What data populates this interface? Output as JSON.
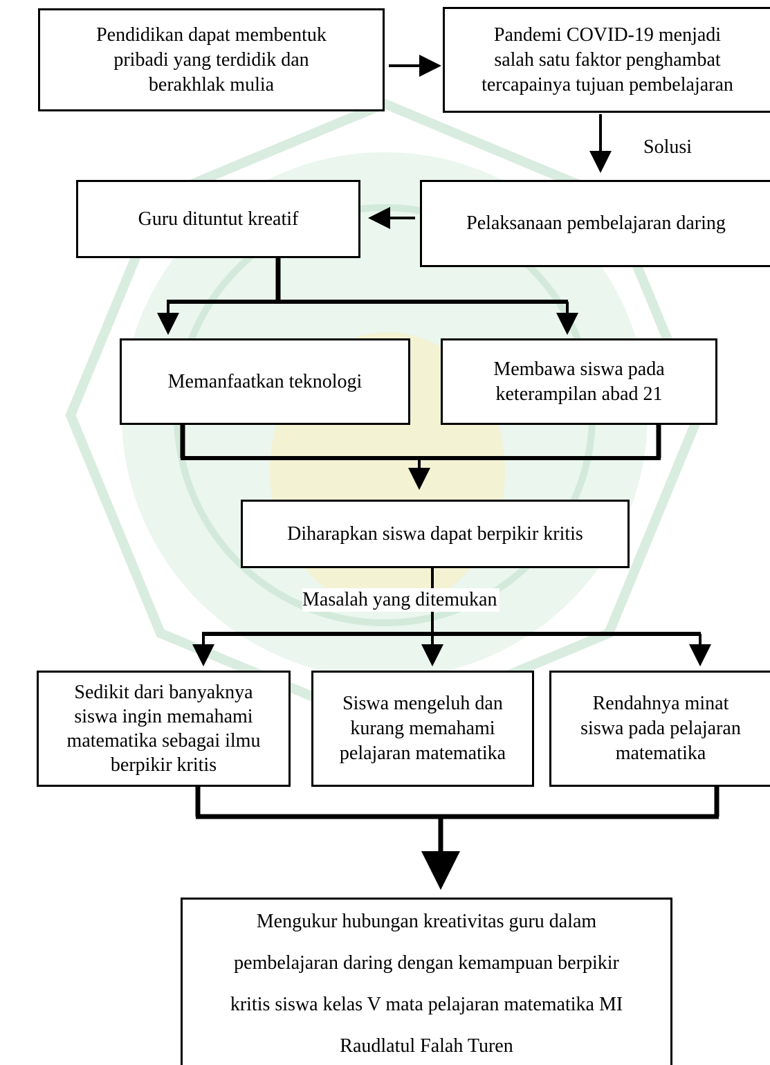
{
  "theme": {
    "line_color": "#000000",
    "watermark_color": "#cfe8d8",
    "watermark_accent": "#f2ecb0"
  },
  "boxes": {
    "education": "Pendidikan dapat membentuk\npribadi yang terdidik dan\nberakhlak mulia",
    "pandemic": "Pandemi COVID-19 menjadi\nsalah satu faktor penghambat\ntercapainya tujuan pembelajaran",
    "online_learning": "Pelaksanaan pembelajaran daring",
    "teacher_creative": "Guru dituntut kreatif",
    "use_technology": "Memanfaatkan teknologi",
    "skills_21": "Membawa siswa pada\nketerampilan abad 21",
    "critical_thinking": "Diharapkan siswa dapat berpikir kritis",
    "problem_1": "Sedikit dari banyaknya\nsiswa ingin memahami\nmatematika sebagai ilmu\nberpikir kritis",
    "problem_2": "Siswa mengeluh dan\nkurang memahami\npelajaran matematika",
    "problem_3": "Rendahnya minat\nsiswa pada pelajaran\nmatematika",
    "conclusion": "Mengukur hubungan kreativitas guru dalam\npembelajaran daring dengan kemampuan berpikir\nkritis siswa kelas V mata pelajaran matematika MI\nRaudlatul Falah Turen"
  },
  "labels": {
    "solution": "Solusi",
    "problems_found": "Masalah yang ditemukan"
  }
}
